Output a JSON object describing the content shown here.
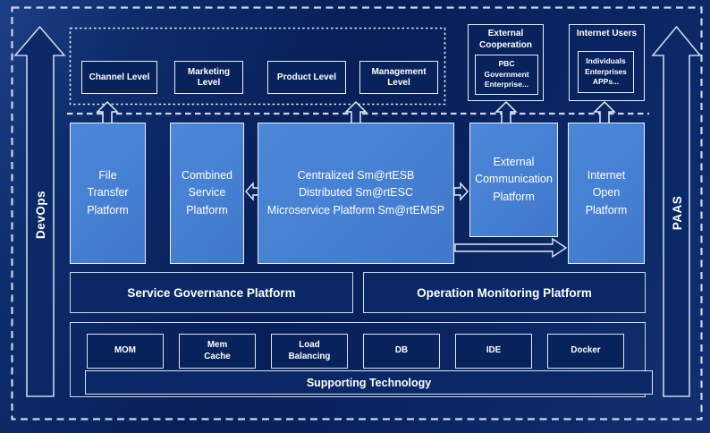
{
  "colors": {
    "background_navy": "#0a2663",
    "panel_navy": "#08235c",
    "platform_blue": "#4680d3",
    "border_light": "#e9f0fa",
    "dashed_line": "#c9d7ee",
    "text": "#ffffff"
  },
  "rails": {
    "left_label": "DevOps",
    "right_label": "PAAS"
  },
  "business_levels": {
    "items": [
      "Channel Level",
      "Marketing Level",
      "Product Level",
      "Management Level"
    ]
  },
  "external_cooperation": {
    "title": "External Cooperation",
    "members": {
      "lines": [
        "PBC Government",
        "Enterprise..."
      ]
    }
  },
  "internet_users": {
    "title": "Internet Users",
    "members": {
      "lines": [
        "Individuals",
        "Enterprises",
        "APPs..."
      ]
    }
  },
  "platforms": {
    "file_transfer": {
      "lines": [
        "File",
        "Transfer",
        "Platform"
      ]
    },
    "combined_service": {
      "lines": [
        "Combined",
        "Service",
        "Platform"
      ]
    },
    "central": {
      "lines": [
        "Centralized Sm@rtESB",
        "Distributed Sm@rtESC",
        "Microservice Platform Sm@rtEMSP"
      ]
    },
    "external_communication": {
      "lines": [
        "External",
        "Communication",
        "Platform"
      ]
    },
    "internet_open": {
      "lines": [
        "Internet",
        "Open",
        "Platform"
      ]
    }
  },
  "management_row": {
    "service_governance": "Service Governance Platform",
    "operation_monitoring": "Operation Monitoring Platform"
  },
  "supporting": {
    "bar_label": "Supporting Technology",
    "items": [
      {
        "lines": [
          "MOM"
        ]
      },
      {
        "lines": [
          "Mem",
          "Cache"
        ]
      },
      {
        "lines": [
          "Load",
          "Balancing"
        ]
      },
      {
        "lines": [
          "DB"
        ]
      },
      {
        "lines": [
          "IDE"
        ]
      },
      {
        "lines": [
          "Docker"
        ]
      }
    ]
  }
}
